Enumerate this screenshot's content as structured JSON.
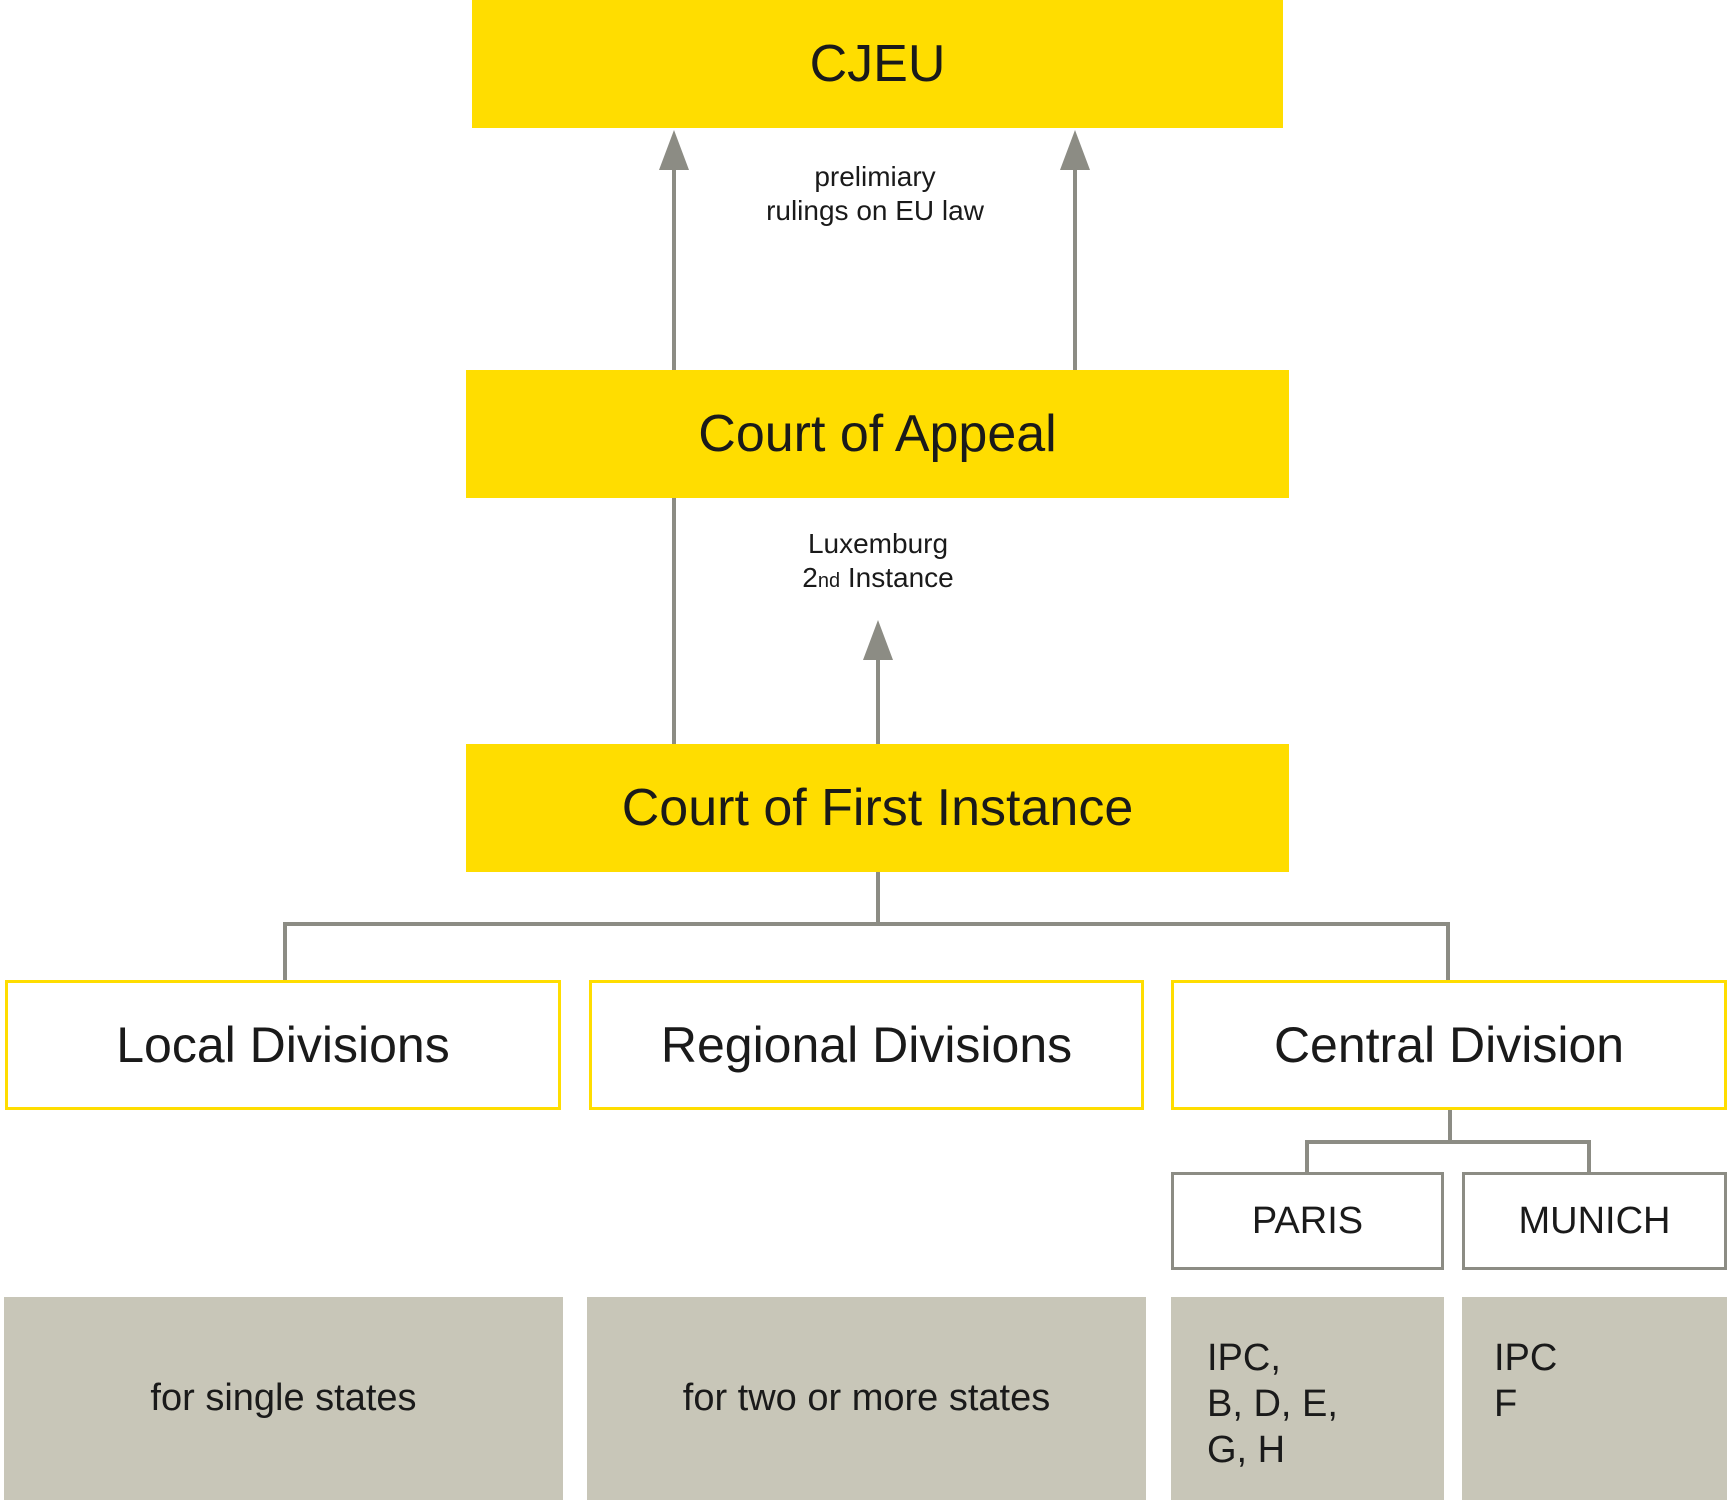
{
  "nodes": {
    "cjeu": "CJEU",
    "appeal": "Court of Appeal",
    "first": "Court of First Instance",
    "local": "Local Divisions",
    "regional": "Regional Divisions",
    "central": "Central Division",
    "paris": "PARIS",
    "munich": "MUNICH"
  },
  "notes": {
    "preliminary_line1": "prelimiary",
    "preliminary_line2": "rulings on EU law",
    "lux_line1": "Luxemburg",
    "lux_2": "2",
    "lux_nd": "nd",
    "lux_instance": " Instance"
  },
  "descriptions": {
    "local": "for single states",
    "regional": "for two or more states",
    "paris": "IPC,\nB, D, E,\nG, H",
    "munich": "IPC\nF"
  },
  "colors": {
    "yellow": "#ffdd00",
    "grey_panel": "#c8c6b8",
    "connector": "#8c8c84"
  }
}
